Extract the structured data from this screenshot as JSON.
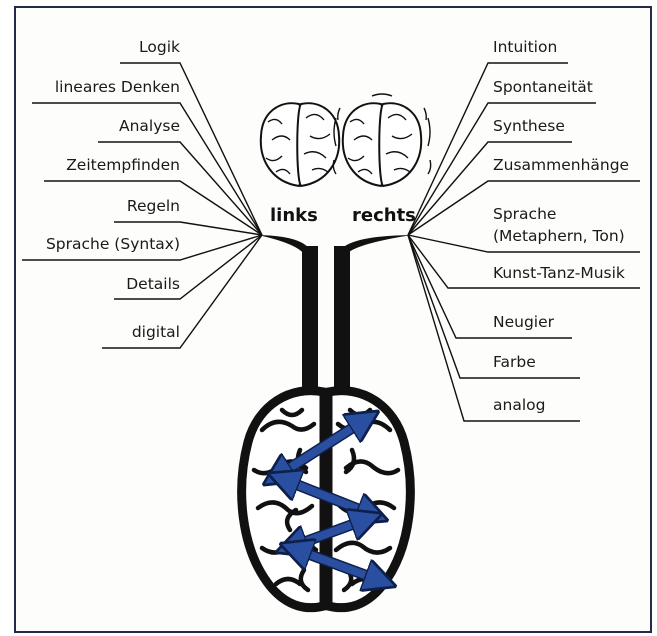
{
  "diagram": {
    "left_hemisphere_label": "links",
    "right_hemisphere_label": "rechts",
    "left_items": [
      "Logik",
      "lineares Denken",
      "Analyse",
      "Zeitempfinden",
      "Regeln",
      "Sprache (Syntax)",
      "Details",
      "digital"
    ],
    "right_items": [
      "Intuition",
      "Spontaneität",
      "Synthese",
      "Zusammenhänge",
      "Sprache",
      "(Metaphern, Ton)",
      "Kunst-Tanz-Musik",
      "Neugier",
      "Farbe",
      "analog"
    ],
    "colors": {
      "frame": "#232a4a",
      "arrow": "#2a4fa0",
      "ink": "#111111"
    }
  }
}
